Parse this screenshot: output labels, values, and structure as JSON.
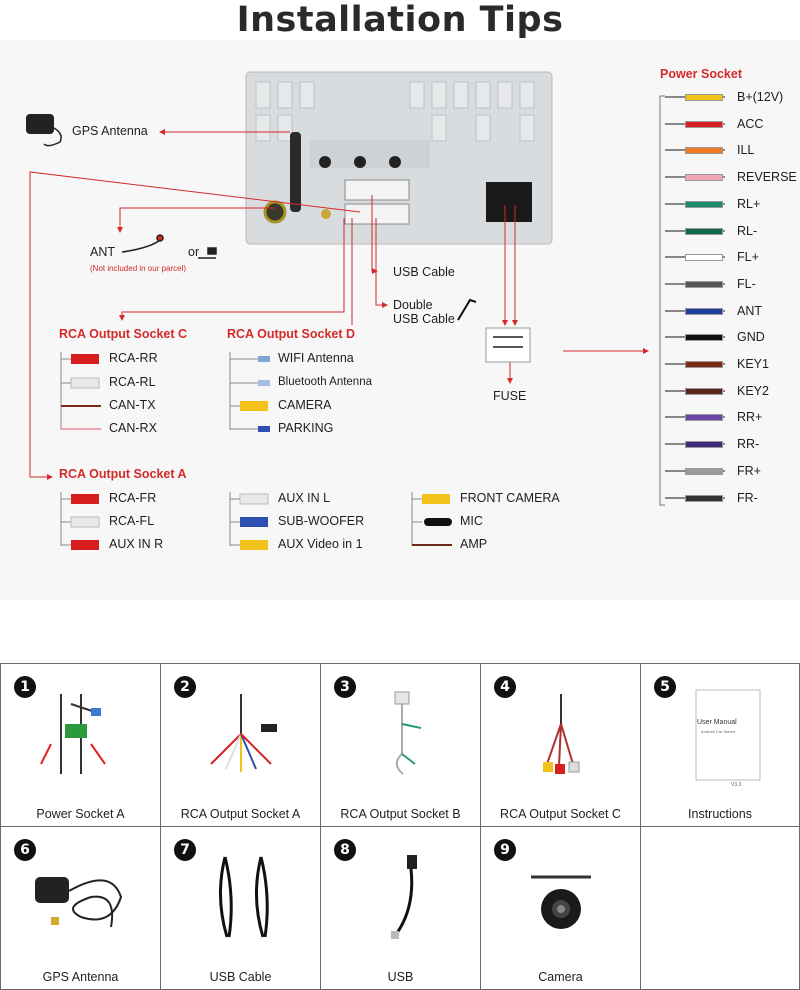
{
  "title": "Installation Tips",
  "gps_label": "GPS Antenna",
  "ant_label": "ANT",
  "or_label": "or",
  "ant_note": "(Not included in our parcel)",
  "usb_cable_label": "USB Cable",
  "double_usb_label_line1": "Double",
  "double_usb_label_line2": "USB Cable",
  "fuse_label": "FUSE",
  "rca_c": {
    "header": "RCA Output Socket C",
    "items": [
      "RCA-RR",
      "RCA-RL",
      "CAN-TX",
      "CAN-RX"
    ]
  },
  "rca_d": {
    "header": "RCA Output Socket D",
    "items": [
      "WIFI Antenna",
      "Bluetooth Antenna",
      "CAMERA",
      "PARKING"
    ]
  },
  "rca_a": {
    "header": "RCA Output Socket A",
    "col1": [
      "RCA-FR",
      "RCA-FL",
      "AUX IN R"
    ],
    "col2": [
      "AUX IN L",
      "SUB-WOOFER",
      "AUX Video in 1"
    ],
    "col3": [
      "FRONT CAMERA",
      "MIC",
      "AMP"
    ]
  },
  "power": {
    "header": "Power Socket",
    "wires": [
      {
        "label": "B+(12V)",
        "color": "#f2c21b"
      },
      {
        "label": "ACC",
        "color": "#d81e1e"
      },
      {
        "label": "ILL",
        "color": "#f07a22"
      },
      {
        "label": "REVERSE",
        "color": "#f2a6b4"
      },
      {
        "label": "RL+",
        "color": "#1b8a6a"
      },
      {
        "label": "RL-",
        "color": "#126a46"
      },
      {
        "label": "FL+",
        "color": "#ffffff"
      },
      {
        "label": "FL-",
        "color": "#555555"
      },
      {
        "label": "ANT",
        "color": "#1f3f9e"
      },
      {
        "label": "GND",
        "color": "#111111"
      },
      {
        "label": "KEY1",
        "color": "#7a2d16"
      },
      {
        "label": "KEY2",
        "color": "#5a2418"
      },
      {
        "label": "RR+",
        "color": "#6a46a8"
      },
      {
        "label": "RR-",
        "color": "#3e2a78"
      },
      {
        "label": "FR+",
        "color": "#9a9a9a"
      },
      {
        "label": "FR-",
        "color": "#333333"
      }
    ]
  },
  "accessories": [
    {
      "number": "1",
      "label": "Power Socket A"
    },
    {
      "number": "2",
      "label": "RCA Output Socket A"
    },
    {
      "number": "3",
      "label": "RCA Output Socket B"
    },
    {
      "number": "4",
      "label": "RCA Output Socket C"
    },
    {
      "number": "5",
      "label": "Instructions"
    },
    {
      "number": "6",
      "label": "GPS Antenna"
    },
    {
      "number": "7",
      "label": "USB Cable"
    },
    {
      "number": "8",
      "label": "USB"
    },
    {
      "number": "9",
      "label": "Camera"
    }
  ],
  "manual_title": "User Manual",
  "manual_subtitle": "Android Car Stereo",
  "manual_version": "V3.3",
  "colors": {
    "accent_red": "#d32a2a",
    "rca_red": "#d81e1e",
    "rca_white": "#e8e8e8",
    "rca_yellow": "#f2c21b",
    "rca_blue": "#2c4fb0"
  }
}
